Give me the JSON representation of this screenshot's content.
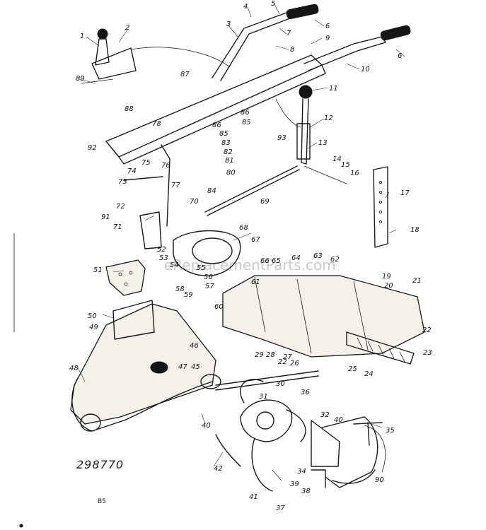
{
  "diagram": {
    "watermark": "eReplacementParts.com",
    "drawing_number": "298770",
    "page_code": "B5",
    "labels": [
      "1",
      "2",
      "3",
      "4",
      "5",
      "6",
      "7",
      "8",
      "9",
      "10",
      "11",
      "12",
      "13",
      "14",
      "15",
      "16",
      "17",
      "18",
      "19",
      "20",
      "21",
      "22",
      "23",
      "24",
      "25",
      "26",
      "27",
      "28",
      "29",
      "30",
      "31",
      "32",
      "34",
      "35",
      "36",
      "37",
      "38",
      "39",
      "40",
      "41",
      "42",
      "45",
      "46",
      "47",
      "48",
      "49",
      "50",
      "51",
      "52",
      "53",
      "54",
      "55",
      "56",
      "57",
      "58",
      "59",
      "60",
      "61",
      "62",
      "63",
      "64",
      "65",
      "66",
      "67",
      "68",
      "69",
      "70",
      "71",
      "72",
      "73",
      "74",
      "75",
      "76",
      "77",
      "78",
      "80",
      "81",
      "82",
      "83",
      "84",
      "85",
      "86",
      "87",
      "88",
      "89",
      "90",
      "91",
      "92",
      "93"
    ]
  }
}
